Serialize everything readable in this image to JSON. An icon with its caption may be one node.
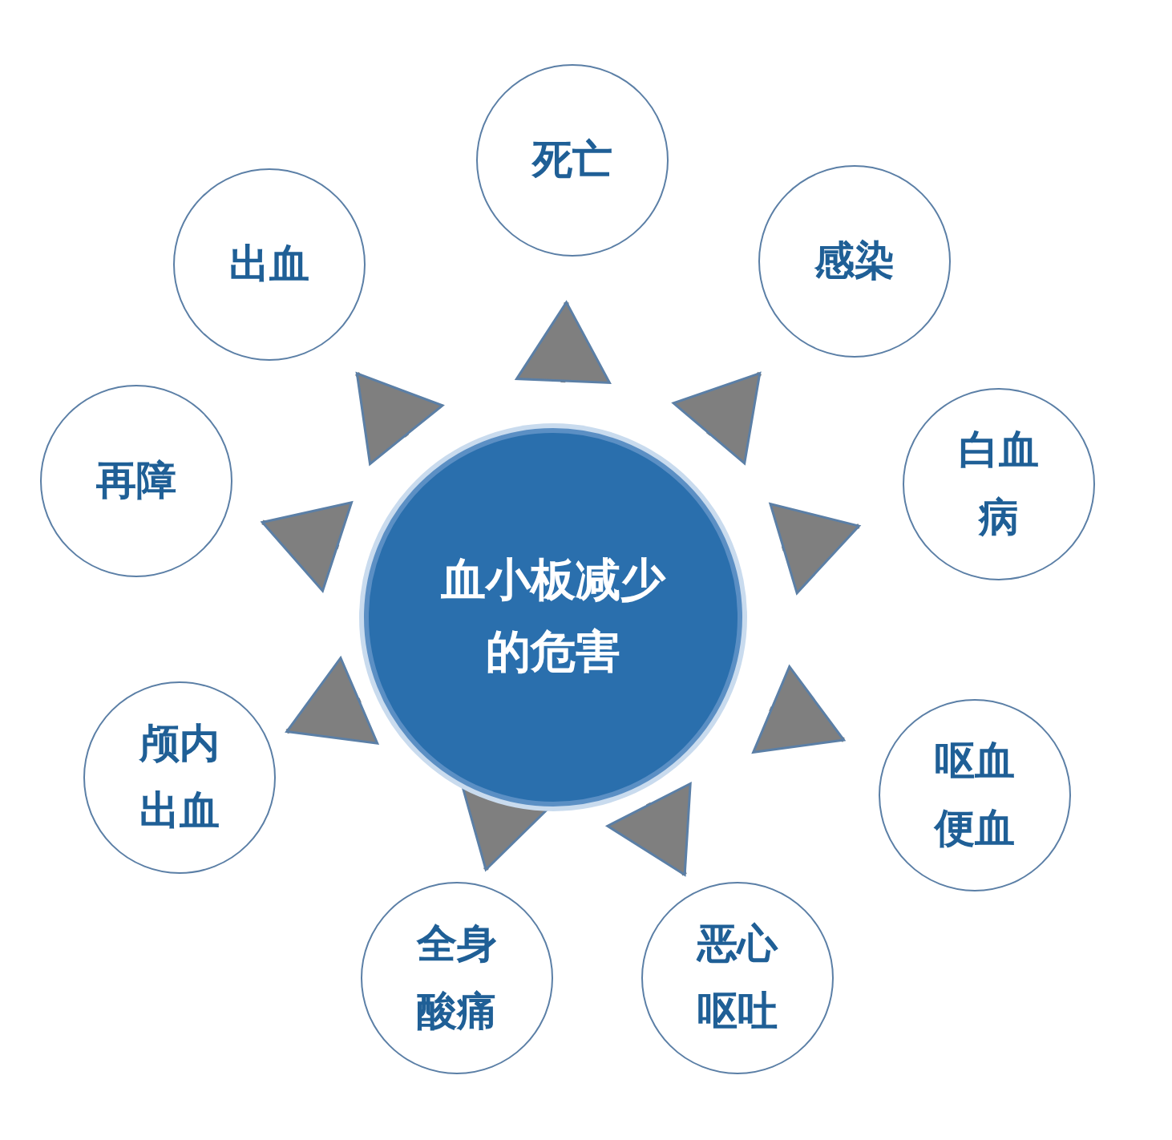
{
  "diagram": {
    "nodes": [
      {
        "text": [
          "血小板减少的危害"
        ]
      },
      {
        "text": [
          "死亡"
        ]
      },
      {
        "text": [
          "感染"
        ]
      },
      {
        "text": [
          "白血病"
        ]
      },
      {
        "text": [
          "呕血便血"
        ]
      },
      {
        "text": [
          "恶心呕吐"
        ]
      },
      {
        "text": [
          "全身酸痛"
        ]
      },
      {
        "text": [
          "颅内出血"
        ]
      },
      {
        "text": [
          "再障"
        ]
      },
      {
        "text": [
          "出血"
        ]
      }
    ],
    "edges": [
      {
        "from": 0,
        "to": 1,
        "arrow": "to"
      },
      {
        "from": 0,
        "to": 2,
        "arrow": "to"
      },
      {
        "from": 0,
        "to": 3,
        "arrow": "to"
      },
      {
        "from": 0,
        "to": 4,
        "arrow": "to"
      },
      {
        "from": 0,
        "to": 5,
        "arrow": "to"
      },
      {
        "from": 0,
        "to": 6,
        "arrow": "to"
      },
      {
        "from": 0,
        "to": 7,
        "arrow": "to"
      },
      {
        "from": 0,
        "to": 8,
        "arrow": "to"
      },
      {
        "from": 0,
        "to": 9,
        "arrow": "to"
      }
    ]
  }
}
